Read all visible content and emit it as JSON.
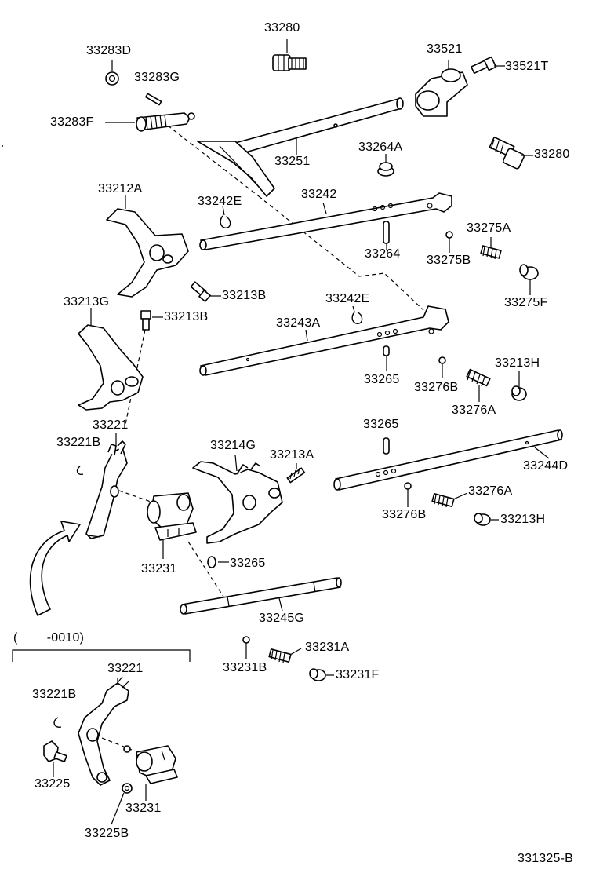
{
  "labels": {
    "p33280a": "33280",
    "p33283d": "33283D",
    "p33283g": "33283G",
    "p33283f": "33283F",
    "p33521": "33521",
    "p33521t": "33521T",
    "p33251": "33251",
    "p33264a": "33264A",
    "p33280b": "33280",
    "p33212a": "33212A",
    "p33242e_a": "33242E",
    "p33242": "33242",
    "p33264": "33264",
    "p33275a": "33275A",
    "p33275b": "33275B",
    "p33275f": "33275F",
    "p33213b_a": "33213B",
    "p33213g": "33213G",
    "p33213b_b": "33213B",
    "p33242e_b": "33242E",
    "p33243a": "33243A",
    "p33265_a": "33265",
    "p33276b_a": "33276B",
    "p33213h_a": "33213H",
    "p33276a_a": "33276A",
    "p33221_a": "33221",
    "p33221b_a": "33221B",
    "p33214g": "33214G",
    "p33213a": "33213A",
    "p33265_b": "33265",
    "p33244d": "33244D",
    "p33276a_b": "33276A",
    "p33276b_b": "33276B",
    "p33213h_b": "33213H",
    "p33231_a": "33231",
    "p33265_c": "33265",
    "p33245g": "33245G",
    "p33231a": "33231A",
    "p33231b": "33231B",
    "p33231f": "33231F",
    "serial_range": "(        -0010)",
    "p33221_b": "33221",
    "p33221b_b": "33221B",
    "p33225": "33225",
    "p33231_b": "33231",
    "p33225b": "33225B",
    "diagram_code": "331325-B"
  }
}
